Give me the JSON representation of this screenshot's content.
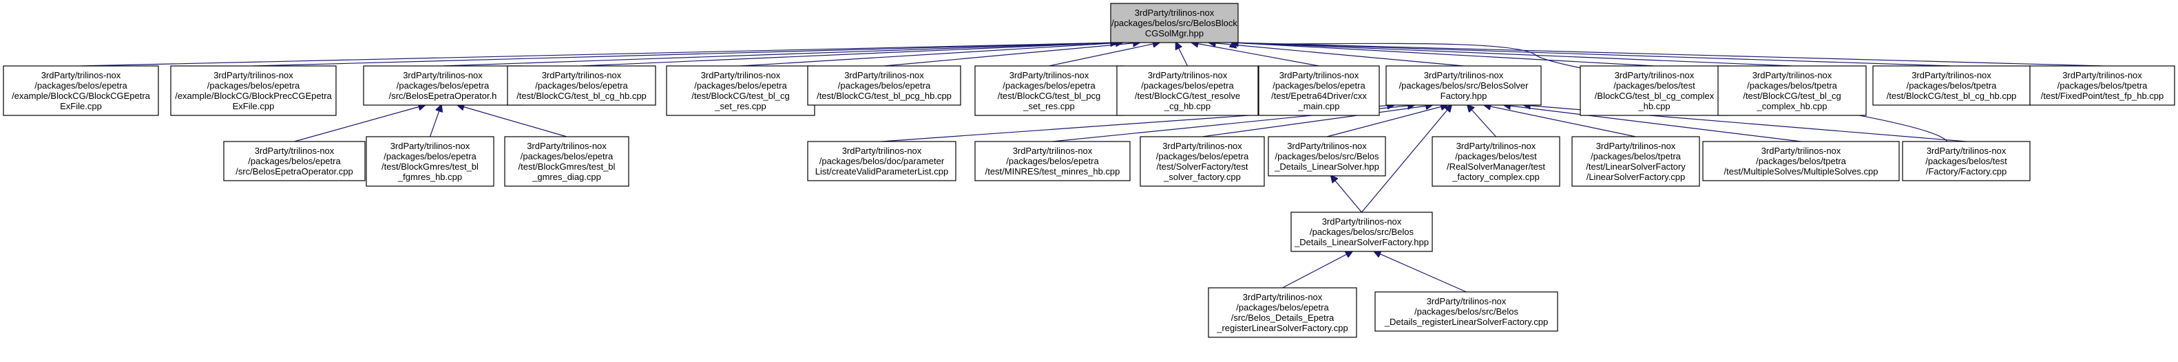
{
  "graph": {
    "root": "n0",
    "nodes": [
      {
        "id": "n0",
        "root": true,
        "lines": [
          "3rdParty/trilinos-nox",
          "/packages/belos/src/BelosBlock",
          "CGSolMgr.hpp"
        ]
      },
      {
        "id": "n1",
        "lines": [
          "3rdParty/trilinos-nox",
          "/packages/belos/epetra",
          "/example/BlockCG/BlockCGEpetra",
          "ExFile.cpp"
        ]
      },
      {
        "id": "n2",
        "lines": [
          "3rdParty/trilinos-nox",
          "/packages/belos/epetra",
          "/example/BlockCG/BlockPrecCGEpetra",
          "ExFile.cpp"
        ]
      },
      {
        "id": "n3",
        "lines": [
          "3rdParty/trilinos-nox",
          "/packages/belos/epetra",
          "/src/BelosEpetraOperator.h"
        ]
      },
      {
        "id": "n4",
        "lines": [
          "3rdParty/trilinos-nox",
          "/packages/belos/epetra",
          "/test/BlockCG/test_bl_cg_hb.cpp"
        ]
      },
      {
        "id": "n5",
        "lines": [
          "3rdParty/trilinos-nox",
          "/packages/belos/epetra",
          "/test/BlockCG/test_bl_cg",
          "_set_res.cpp"
        ]
      },
      {
        "id": "n6",
        "lines": [
          "3rdParty/trilinos-nox",
          "/packages/belos/epetra",
          "/test/BlockCG/test_bl_pcg_hb.cpp"
        ]
      },
      {
        "id": "n7",
        "lines": [
          "3rdParty/trilinos-nox",
          "/packages/belos/epetra",
          "/test/BlockCG/test_bl_pcg",
          "_set_res.cpp"
        ]
      },
      {
        "id": "n8",
        "lines": [
          "3rdParty/trilinos-nox",
          "/packages/belos/epetra",
          "/test/BlockCG/test_resolve",
          "_cg_hb.cpp"
        ]
      },
      {
        "id": "n9",
        "lines": [
          "3rdParty/trilinos-nox",
          "/packages/belos/epetra",
          "/test/Epetra64Driver/cxx",
          "_main.cpp"
        ]
      },
      {
        "id": "n10",
        "lines": [
          "3rdParty/trilinos-nox",
          "/packages/belos/src/BelosSolver",
          "Factory.hpp"
        ]
      },
      {
        "id": "n11",
        "lines": [
          "3rdParty/trilinos-nox",
          "/packages/belos/test",
          "/BlockCG/test_bl_cg_complex",
          "_hb.cpp"
        ]
      },
      {
        "id": "n12",
        "lines": [
          "3rdParty/trilinos-nox",
          "/packages/belos/tpetra",
          "/test/BlockCG/test_bl_cg",
          "_complex_hb.cpp"
        ]
      },
      {
        "id": "n13",
        "lines": [
          "3rdParty/trilinos-nox",
          "/packages/belos/tpetra",
          "/test/BlockCG/test_bl_cg_hb.cpp"
        ]
      },
      {
        "id": "n14",
        "lines": [
          "3rdParty/trilinos-nox",
          "/packages/belos/tpetra",
          "/test/FixedPoint/test_fp_hb.cpp"
        ]
      },
      {
        "id": "n15",
        "lines": [
          "3rdParty/trilinos-nox",
          "/packages/belos/epetra",
          "/src/BelosEpetraOperator.cpp"
        ]
      },
      {
        "id": "n16",
        "lines": [
          "3rdParty/trilinos-nox",
          "/packages/belos/epetra",
          "/test/BlockGmres/test_bl",
          "_fgmres_hb.cpp"
        ]
      },
      {
        "id": "n17",
        "lines": [
          "3rdParty/trilinos-nox",
          "/packages/belos/epetra",
          "/test/BlockGmres/test_bl",
          "_gmres_diag.cpp"
        ]
      },
      {
        "id": "n18",
        "lines": [
          "3rdParty/trilinos-nox",
          "/packages/belos/doc/parameter",
          "List/createValidParameterList.cpp"
        ]
      },
      {
        "id": "n19",
        "lines": [
          "3rdParty/trilinos-nox",
          "/packages/belos/epetra",
          "/test/MINRES/test_minres_hb.cpp"
        ]
      },
      {
        "id": "n20",
        "lines": [
          "3rdParty/trilinos-nox",
          "/packages/belos/epetra",
          "/test/SolverFactory/test",
          "_solver_factory.cpp"
        ]
      },
      {
        "id": "n21",
        "lines": [
          "3rdParty/trilinos-nox",
          "/packages/belos/src/Belos",
          "_Details_LinearSolver.hpp"
        ]
      },
      {
        "id": "n22",
        "lines": [
          "3rdParty/trilinos-nox",
          "/packages/belos/test",
          "/RealSolverManager/test",
          "_factory_complex.cpp"
        ]
      },
      {
        "id": "n23",
        "lines": [
          "3rdParty/trilinos-nox",
          "/packages/belos/tpetra",
          "/test/LinearSolverFactory",
          "/LinearSolverFactory.cpp"
        ]
      },
      {
        "id": "n24",
        "lines": [
          "3rdParty/trilinos-nox",
          "/packages/belos/tpetra",
          "/test/MultipleSolves/MultipleSolves.cpp"
        ]
      },
      {
        "id": "n25",
        "lines": [
          "3rdParty/trilinos-nox",
          "/packages/belos/test",
          "/Factory/Factory.cpp"
        ]
      },
      {
        "id": "n26",
        "lines": [
          "3rdParty/trilinos-nox",
          "/packages/belos/src/Belos",
          "_Details_LinearSolverFactory.hpp"
        ]
      },
      {
        "id": "n27",
        "lines": [
          "3rdParty/trilinos-nox",
          "/packages/belos/epetra",
          "/src/Belos_Details_Epetra",
          "_registerLinearSolverFactory.cpp"
        ]
      },
      {
        "id": "n28",
        "lines": [
          "3rdParty/trilinos-nox",
          "/packages/belos/src/Belos",
          "_Details_registerLinearSolverFactory.cpp"
        ]
      }
    ],
    "edges": [
      {
        "from": "n1",
        "to": "n0"
      },
      {
        "from": "n2",
        "to": "n0"
      },
      {
        "from": "n3",
        "to": "n0"
      },
      {
        "from": "n4",
        "to": "n0"
      },
      {
        "from": "n5",
        "to": "n0"
      },
      {
        "from": "n6",
        "to": "n0"
      },
      {
        "from": "n7",
        "to": "n0"
      },
      {
        "from": "n8",
        "to": "n0"
      },
      {
        "from": "n9",
        "to": "n0"
      },
      {
        "from": "n10",
        "to": "n0"
      },
      {
        "from": "n11",
        "to": "n0"
      },
      {
        "from": "n12",
        "to": "n0"
      },
      {
        "from": "n13",
        "to": "n0"
      },
      {
        "from": "n14",
        "to": "n0"
      },
      {
        "from": "n25",
        "to": "n0"
      },
      {
        "from": "n15",
        "to": "n3"
      },
      {
        "from": "n16",
        "to": "n3"
      },
      {
        "from": "n17",
        "to": "n3"
      },
      {
        "from": "n18",
        "to": "n10"
      },
      {
        "from": "n19",
        "to": "n10"
      },
      {
        "from": "n20",
        "to": "n10"
      },
      {
        "from": "n21",
        "to": "n10"
      },
      {
        "from": "n22",
        "to": "n10"
      },
      {
        "from": "n23",
        "to": "n10"
      },
      {
        "from": "n24",
        "to": "n10"
      },
      {
        "from": "n25",
        "to": "n10"
      },
      {
        "from": "n26",
        "to": "n10"
      },
      {
        "from": "n26",
        "to": "n21"
      },
      {
        "from": "n27",
        "to": "n26"
      },
      {
        "from": "n28",
        "to": "n26"
      }
    ]
  }
}
